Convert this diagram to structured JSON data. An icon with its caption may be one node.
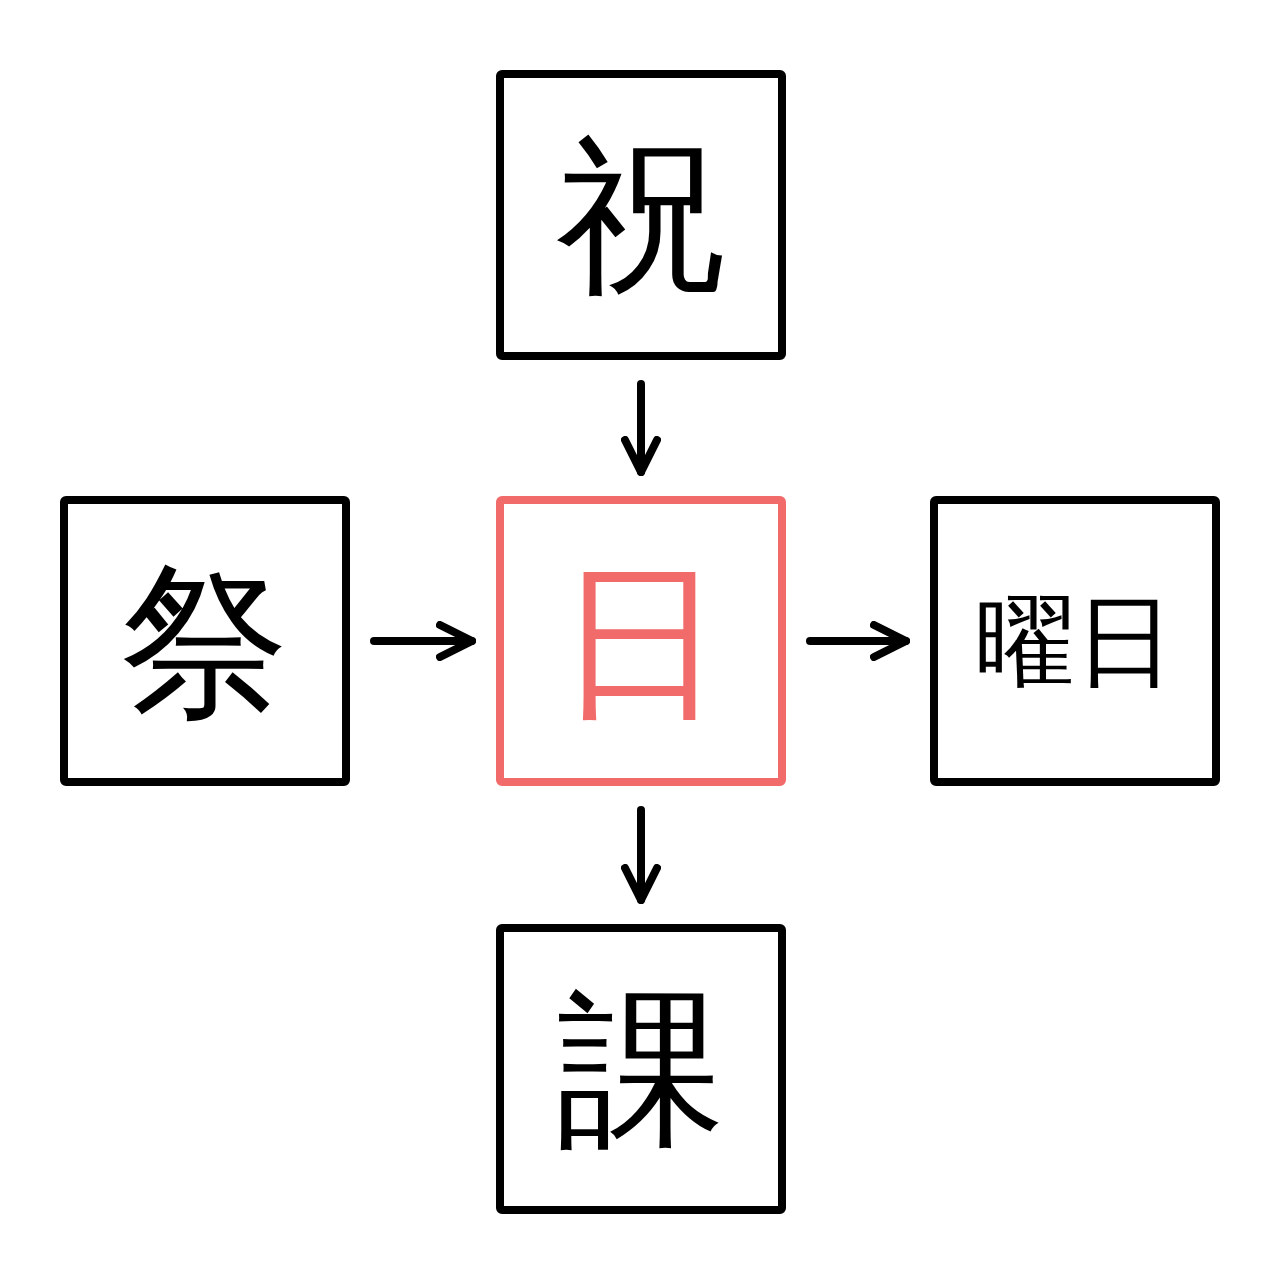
{
  "diagram": {
    "nodes": [
      {
        "text": [
          "祝"
        ]
      },
      {
        "text": [
          "祭"
        ]
      },
      {
        "text": [
          "日"
        ]
      },
      {
        "text": [
          "曜日"
        ]
      },
      {
        "text": [
          "課"
        ]
      }
    ],
    "edges": [
      {
        "from": 0,
        "to": 2,
        "arrow": "to"
      },
      {
        "from": 1,
        "to": 2,
        "arrow": "to"
      },
      {
        "from": 2,
        "to": 3,
        "arrow": "to"
      },
      {
        "from": 2,
        "to": 4,
        "arrow": "to"
      }
    ]
  }
}
